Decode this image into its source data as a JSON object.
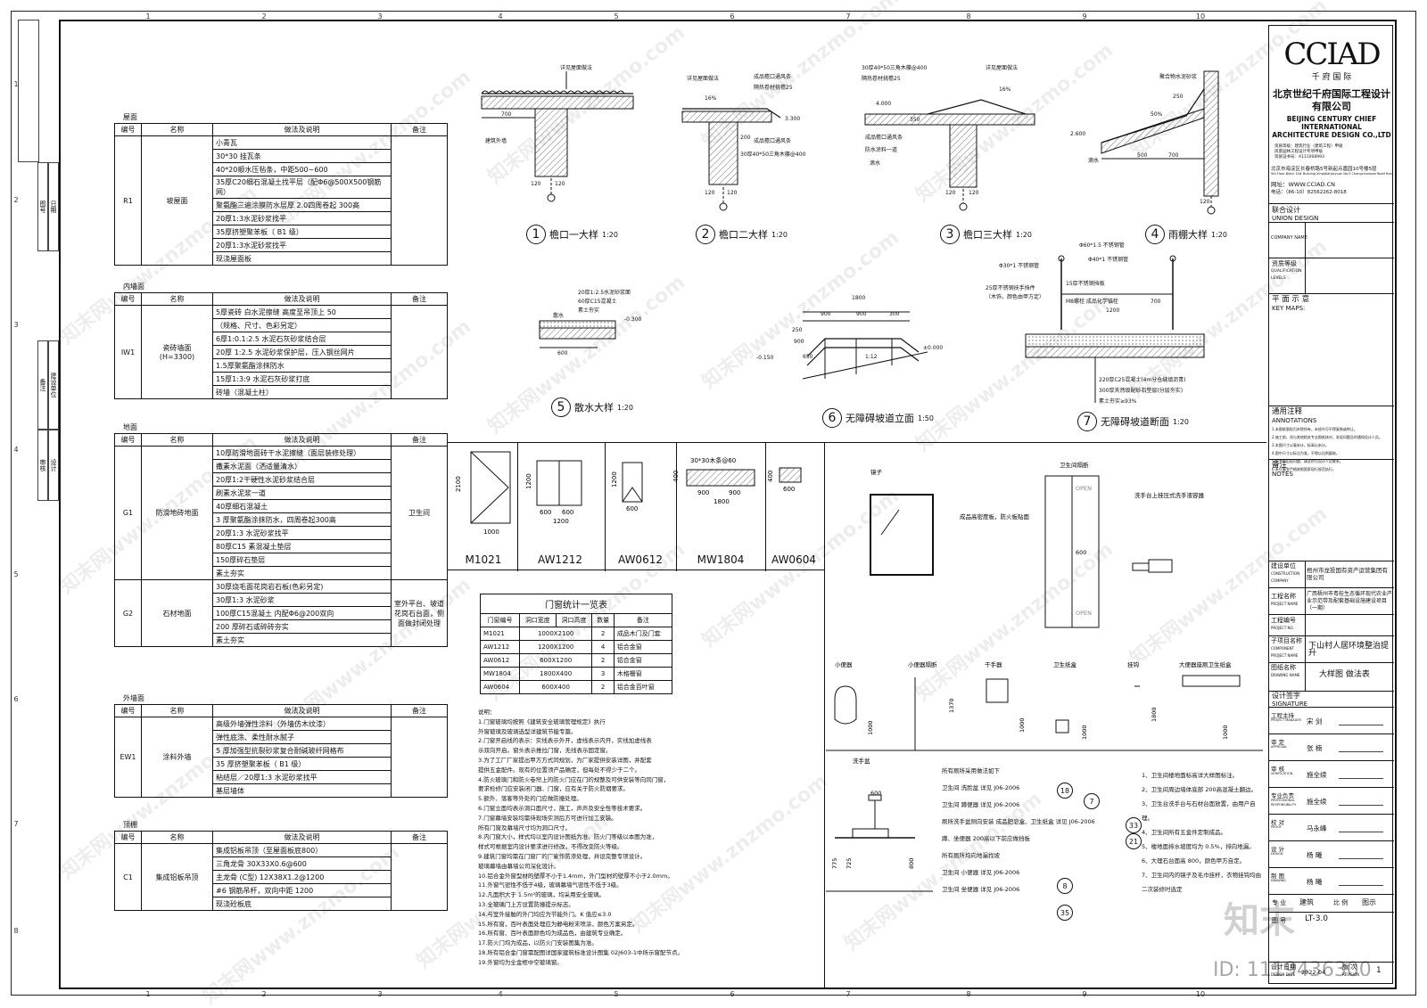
{
  "grid": {
    "top": [
      "1",
      "2",
      "3",
      "4",
      "5",
      "6",
      "7",
      "8",
      "9",
      "10"
    ],
    "left": [
      "1",
      "2",
      "3",
      "4",
      "5",
      "6",
      "7",
      "8"
    ],
    "bottom": [
      "1",
      "2",
      "3",
      "4",
      "5",
      "6",
      "7",
      "8",
      "9",
      "10"
    ]
  },
  "side": {
    "c1": "图号",
    "c2": "日期",
    "c3": "备注",
    "c4": "建设单位",
    "c5": "审核",
    "c6": "设计"
  },
  "tables": {
    "headers": {
      "code": "编号",
      "name": "名称",
      "desc": "做法及说明",
      "remark": "备注"
    },
    "roof": {
      "title": "屋面",
      "code": "R1",
      "name": "坡屋面",
      "remark": "",
      "rows": [
        "小青瓦",
        "30*30 挂瓦条",
        "40*20顺水压毡条，中距500~600",
        "35厚C20细石混凝土找平层（配Φ6@500X500钢筋网）",
        "聚氨酯三遍涂膜防水层厚 2.0四周卷起 300高",
        "20厚1:3水泥砂浆找平",
        "35厚挤塑聚苯板（ B1 级）",
        "20厚1:3水泥砂浆找平",
        "现浇屋面板"
      ]
    },
    "wall_in": {
      "title": "内墙面",
      "code": "IW1",
      "name": "瓷砖墙面",
      "name2": "(H=3300)",
      "remark": "",
      "rows": [
        "5厚瓷砖 白水泥擦缝 高度至吊顶上 50",
        "（规格、尺寸、色彩另定）",
        "6厚1:0.1:2.5 水泥石灰砂浆结合层",
        "20厚 1:2.5 水泥砂浆保护层，压入钢丝网片",
        "1.5厚聚氨酯涂抹防水",
        "15厚1:3:9 水泥石灰砂浆打底",
        "砖墙（混凝土柱）"
      ]
    },
    "floor": {
      "title": "地面",
      "code1": "G1",
      "name1": "防滑地砖地面",
      "remark1": "卫生间",
      "rows1": [
        "10厚防滑地面砖干水泥擦缝（面层装修处理）",
        "撒素水泥面（洒适量清水）",
        "20厚1:2干硬性水泥砂浆结合层",
        "刷素水泥浆一道",
        "40厚细石混凝土",
        "3 厚聚氨酯涂抹防水，四周卷起300高",
        "20厚1:3 水泥砂浆找平",
        "80厚C15 素混凝土垫层",
        "150厚碎石垫层",
        "素土夯实"
      ],
      "code2": "G2",
      "name2": "石材地面",
      "remark2": "室外平台、坡道花岗石台面，侧面做封闭处理",
      "rows2": [
        "30厚烧毛面花岗岩石板(色彩另定)",
        "30厚1:3 水泥砂浆",
        "100厚C15混凝土 内配Φ6@200双向",
        "200 厚碎石或碎砖夯实",
        "素土夯实"
      ]
    },
    "wall_out": {
      "title": "外墙面",
      "code": "EW1",
      "name": "涂料外墙",
      "remark": "",
      "rows": [
        "高级外墙弹性涂料（外墙仿木纹漆）",
        "弹性底涂、柔性耐水腻子",
        "5 厚加强型抗裂砂浆复合耐碱玻纤网格布",
        "35 厚挤塑聚苯板（ B1 级）",
        "粘结层／20厚1:3 水泥砂浆找平",
        "基层墙体"
      ]
    },
    "ceiling": {
      "title": "顶棚",
      "code": "C1",
      "name": "集成铝板吊顶",
      "remark": "",
      "rows": [
        "集成铝板吊顶（至屋面板底800）",
        "三角龙骨 30X33X0.6@600",
        "主龙骨 (C型) 12X38X1.2@1200",
        "#6 钢筋吊杆，双向中距 1200",
        "现浇砼板底"
      ]
    }
  },
  "details": {
    "d1": {
      "num": "1",
      "title": "檐口一大样",
      "scale": "1:20"
    },
    "d2": {
      "num": "2",
      "title": "檐口二大样",
      "scale": "1:20"
    },
    "d3": {
      "num": "3",
      "title": "檐口三大样",
      "scale": "1:20"
    },
    "d4": {
      "num": "4",
      "title": "雨棚大样",
      "scale": "1:20"
    },
    "d5": {
      "num": "5",
      "title": "散水大样",
      "scale": "1:20"
    },
    "d6": {
      "num": "6",
      "title": "无障碍坡道立面",
      "scale": "1:50"
    },
    "d7": {
      "num": "7",
      "title": "无障碍坡道断面",
      "scale": "1:20"
    }
  },
  "dlabels": {
    "a1": "详见屋面做法",
    "a2": "700",
    "a3": "建筑外墙",
    "a4": "120",
    "a5": "120",
    "b1": "详见屋面做法",
    "b2": "成品檐口通风条",
    "b3": "隔热卷材挑檐25",
    "b4": "16%",
    "b5": "3.300",
    "b6": "成品檐口通风条",
    "b7": "30厚40*50三角木檩@400",
    "b8": "200",
    "b9": "120",
    "b10": "120",
    "c1": "30厚40*50三角木檩@400",
    "c2": "隔热卷材挑檐25",
    "c3": "16%",
    "c4": "详见屋面做法",
    "c5": "4.000",
    "c6": "成品檐口通风条",
    "c7": "350",
    "c8": "防水涂料一道",
    "c9": "滴水",
    "c10": "120",
    "c11": "120",
    "e1": "聚合物水泥砂浆",
    "e2": "250",
    "e3": "50%",
    "e4": "2.600",
    "e5": "500",
    "e6": "700",
    "e7": "滴水",
    "e8": "120",
    "f1": "20厚1:2.5水泥砂浆面",
    "f2": "60厚C15混凝土",
    "f3": "素土夯实",
    "f4": "散水",
    "f5": "-0.300",
    "f6": "600",
    "g1": "1800",
    "g2": "900",
    "g3": "900",
    "g4": "300",
    "g5": "250",
    "g6": "-0.150",
    "g7": "900",
    "g8": "650",
    "g9": "±0.000",
    "g10": "1:12",
    "h1": "Φ60*1.5 不锈钢管",
    "h2": "Φ40*1 不锈钢管",
    "h3": "Φ30*1 不锈钢管",
    "h4": "25厚不锈钢扶手挡件",
    "h5": "（木饰，颜色由甲方定）",
    "h6": "15厚不锈钢挡板",
    "h7": "M8螺栓 成品化学锚栓",
    "h8": "1200",
    "h9": "700",
    "h10": "220厚C25混凝土(4m分仓缝填沥青)",
    "h11": "300厚天然级配砂石垫层(分层夯实)",
    "h12": "素土夯实≥93%"
  },
  "windows": [
    {
      "code": "M1021",
      "w": "1000",
      "h": "2100"
    },
    {
      "code": "AW1212",
      "w": "1200",
      "h": "1200",
      "w1": "600",
      "w2": "600"
    },
    {
      "code": "AW0612",
      "w": "600",
      "h": "1200"
    },
    {
      "code": "MW1804",
      "w": "1800",
      "h": "400",
      "w1": "900",
      "w2": "900",
      "note": "30*30木条@60"
    },
    {
      "code": "AW0604",
      "w": "600",
      "h": "400"
    }
  ],
  "door_table": {
    "title": "门窗统计一览表",
    "headers": [
      "门窗编号",
      "洞口宽度",
      "洞口高度",
      "数量",
      "备注"
    ],
    "rows": [
      [
        "M1021",
        "1000X2100",
        "2",
        "成品木门及门套"
      ],
      [
        "AW1212",
        "1200X1200",
        "4",
        "铝合金窗"
      ],
      [
        "AW0612",
        "600X1200",
        "2",
        "铝合金窗"
      ],
      [
        "MW1804",
        "1800X400",
        "3",
        "木格栅窗"
      ],
      [
        "AW0604",
        "600X400",
        "2",
        "铝合金百叶窗"
      ]
    ]
  },
  "door_notes": {
    "title": "说明：",
    "lines": [
      "1.门窗玻璃均按照《建筑安全玻璃管理规定》执行",
      "  外窗玻璃及玻璃选型详建筑节能专篇。",
      "2.门窗开启线的表示：实线表示外开，虚线表示内开，实线加虚线表",
      "  示双向开启。窗头表示推拉门窗，无线表示固定窗。",
      "3.为了工厂厂家提出甲方方式同规划，为厂家提供安装详图，并配套",
      "  提供五金配件。现有的位置须产品确定，但每处不得少于二个。",
      "4.防火玻璃门和防火卷帘上的防火门应在门的规整及可供安装等向同门窗，",
      "  要求检修门应安装闭门器、门窗，应有关于防火防烟要求。",
      "5.额外、落客等外处的门应做防撞处理。",
      "6.门窗立面均表示洞口面尺寸，施工，声声及安全性等技术要求。",
      "7.门窗幕墙安装均需待现场实测后方可进行加工安装。",
      "  所有门窗及幕墙尺寸均为洞口尺寸。",
      "8.内门窗大小，样式均以室内设计图纸为准。防火门等级以本图为准，",
      "  样式可根据室内设计要求进行修改，不得改变防火等级。",
      "9.建筑门窗均需在门窗厂的厂家作防渗处理，并设完整专项设计。",
      "  玻璃幕墙由幕墙公司深化设计。",
      "10.铝合金外窗型材的壁厚不小于1.4mm，外门型材的壁厚不小于2.0mm。",
      "11.外窗气密性不低于4级，玻璃幕墙气密性不低于3级。",
      "12.凡面积大于 1.5m²的玻璃，均采用安全玻璃。",
      "13.全玻璃门上方设置防撞提示标志。",
      "14.与室外接触的外门均应为节能外门。K 值应≤3.0",
      "15.所有窗，百叶表面处理应为静电粉末喷涂，颜色方案另定。",
      "16.所有窗、百叶表面颜色均为成品色，由建筑专业确定。",
      "17.防火门均为成品，以防火门安装图集为准。",
      "18.所有铝合金门窗需配图详国家建筑标准设计图集 02J603-1中所示窗配节点。",
      "19.外窗均为全金框中空玻璃窗。"
    ]
  },
  "bath": {
    "mirror": "镜子",
    "partition": "卫生间隔断",
    "sensor": "洗手台上挂压式洗手液容器",
    "open": "OPEN",
    "cubicle": "成品高密度板，防火板贴面",
    "d600": "600",
    "t1": "小便器",
    "t2": "小便器隔断",
    "t3": "干手器",
    "t4": "卫生纸盒",
    "t5": "挂钩",
    "t6": "大便器座厕卫生纸盒",
    "h1370": "1370",
    "h1000a": "1000",
    "h1000b": "1000",
    "h1000c": "1000",
    "h1000d": "1000",
    "h1800": "1800",
    "sink": "洗手盆",
    "h775": "775",
    "h725": "725",
    "h800": "800",
    "w600": "600",
    "spec_title": "所有厕所采用做法如下",
    "specs": [
      "卫生间 洗脸盆  详见 J06-2006",
      "卫生间 蹲便器  详见 J06-2006",
      "厕所洗手盆侧向安装  成品肥皂盒、卫生纸盒  详见 J06-2006",
      "蹲、坐便器 200高以下前应做挡板",
      "所有厕所均向地漏找坡",
      "卫生间 小便器  详见 J06-2006",
      "卫生间 坐便器  详见 J06-2006"
    ],
    "notes": [
      "1、卫生间楼地面标高详大样图标注。",
      "2、卫生间周边墙体底部 200高混凝土翻边。",
      "3、卫生台洗手台与石材台面放置，由用户自理。",
      "4、卫生间所有五金件定制成品。",
      "5、楼地面排水坡度均为 0.5%，排向地漏。",
      "6、大理石台面高 800，颜色甲方自定。",
      "7、卫生间内的镜子及毛巾挂杆，衣物挂钩均由二次装修时选定"
    ],
    "ref": [
      "18",
      "7",
      "33",
      "21",
      "8",
      "35"
    ]
  },
  "titleblock": {
    "logo": "CCIAD",
    "logo_sub": "千 府 国 际",
    "co_cn": "北京世纪千府国际工程设计有限公司",
    "co_en1": "BEIJING CENTURY CHIEF",
    "co_en2": "INTERNATIONAL",
    "co_en3": "ARCHITECTURE DESIGN CO.,LTD",
    "qual1": "资质等级：建筑行业（建筑工程）甲级",
    "qual2": "风景园林工程设计专项甲级",
    "qual3": "资质证书号：A111008993",
    "addr": "北京市海淀区长春桥路5号新起点嘉园10号楼5层",
    "addr_en": "5th Floor Block 10# Building Xinqidianjiayuan No.5 Changchunqiao Road Haidian District Beijing P.R.China",
    "web": "网址：WWW.CCIAD.CN",
    "tel": "电话：（86-10）82562262-8018",
    "union": "联合设计",
    "union_en": "UNION DESIGN",
    "company": "COMPANY NAME",
    "qual_lbl": "资质等级",
    "qual_en": "QUALIFICATION LEVELS",
    "keymap": "平 面 示 意",
    "keymap_en": "KEY MAPS:",
    "annot": "通用注释",
    "annot_en": "ANNOTATIONS",
    "annot_lines": [
      "1.本图纸版权归本院所有，未经许可不得复制或转让。",
      "2.施工前，须与其他相关专业图纸核对，发现问题及时通知设计人员。",
      "3.本图尺寸以毫米计，标高以米计。",
      "4.图中尺寸以标注为准，不得以比例量取。",
      "5.施工中出现问题，请及时与设计人员联系。",
      "6.未尽事宜严格按照国家现行规范执行。"
    ],
    "remarks": "备注",
    "remarks_en": "NOTES",
    "client_lbl": "建设单位",
    "client_en": "CONSTRUCTION COMPANY",
    "client": "梧州市龙投国有资产运营集团有限公司",
    "proj_lbl": "工程名称",
    "proj_en": "PROJECT NAME",
    "proj": "广西梧州市粤桂生态循环现代农业产业示范带及配套基础设施建设项目（一期）",
    "sub_lbl": "子项目名称",
    "sub_en": "COMPONENT PROJECT NAME",
    "sub": "下山村人居环境整治提升",
    "eng_lbl": "工程编号",
    "eng_en": "PROJECT NO.",
    "dwg_lbl": "图纸名称",
    "dwg_en": "DRAWING NAME",
    "dwg": "大样图  做法表",
    "sig": "设计签字",
    "sig_en": "SIGNATURE",
    "roles": [
      {
        "cn": "工程主持",
        "en": "PROJECT MANAGER",
        "name": "宋 剑"
      },
      {
        "cn": "审  定",
        "en": "APPROVAL",
        "name": "张 楠"
      },
      {
        "cn": "审  核",
        "en": "VERIFICATION",
        "name": "施全续"
      },
      {
        "cn": "专业负责",
        "en": "PROFESSIONAL RESPONSIBILITY",
        "name": "施全续"
      },
      {
        "cn": "校  对",
        "en": "PROOF",
        "name": "马永峰"
      },
      {
        "cn": "设  计",
        "en": "DESIGN",
        "name": "杨 曦"
      },
      {
        "cn": "制  图",
        "en": "DRAWING",
        "name": "杨 曦"
      }
    ],
    "major_lbl": "专  业",
    "major": "建筑",
    "ratio_lbl": "比 例",
    "ratio": "图示",
    "dno_lbl": "图 号",
    "dno": "LT-3.0",
    "date_lbl": "设计日期",
    "date_en": "DESIGN DATE",
    "date": "2022-04",
    "rev_lbl": "版 次",
    "rev_en": "REVISION",
    "rev": "1"
  },
  "watermark": "知末网www.znzmo.com",
  "brand": "知末",
  "id": "ID: 1119436300"
}
